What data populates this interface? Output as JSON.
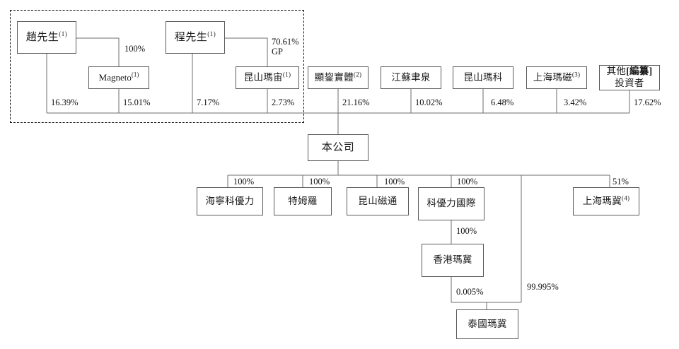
{
  "diagram": {
    "title": "shareholding-structure-chart",
    "dashed_group_label": "controlling-shareholders-group",
    "nodes": {
      "zhao": {
        "name": "趙先生",
        "footnote": "(1)"
      },
      "magneto": {
        "name": "Magneto",
        "footnote": "(1)"
      },
      "cheng": {
        "name": "程先生",
        "footnote": "(1)"
      },
      "kunshan_mazhou": {
        "name": "昆山瑪宙",
        "footnote": "(1)"
      },
      "xianyun": {
        "name": "顯鋆實體",
        "footnote": "(2)"
      },
      "jiangsu": {
        "name": "江蘇聿泉",
        "footnote": ""
      },
      "kunshan_make": {
        "name": "昆山瑪科",
        "footnote": ""
      },
      "shanghai_maci": {
        "name": "上海瑪磁",
        "footnote": "(3)"
      },
      "others": {
        "line1_prefix": "其他",
        "line1_bracket": "[編纂]",
        "line2": "投資者",
        "footnote": ""
      },
      "company": {
        "name": "本公司",
        "footnote": ""
      },
      "haining": {
        "name": "海寧科優力",
        "footnote": ""
      },
      "temuluo": {
        "name": "特姆羅",
        "footnote": ""
      },
      "kunshan_citong": {
        "name": "昆山磁通",
        "footnote": ""
      },
      "keyouli_intl": {
        "name": "科優力國際",
        "footnote": ""
      },
      "shanghai_maji": {
        "name": "上海瑪冀",
        "footnote": "(4)"
      },
      "hongkong_maji": {
        "name": "香港瑪冀",
        "footnote": ""
      },
      "thailand_maji": {
        "name": "泰國瑪冀",
        "footnote": ""
      }
    },
    "percentages": {
      "magneto_owned": "100%",
      "kunshan_mazhou_gp_line1": "70.61%",
      "kunshan_mazhou_gp_line2": "GP",
      "zhao_to_company": "16.39%",
      "magneto_to_company": "15.01%",
      "cheng_to_company": "7.17%",
      "kunshan_mazhou_to_company": "2.73%",
      "xianyun_to_company": "21.16%",
      "jiangsu_to_company": "10.02%",
      "kunshan_make_to_company": "6.48%",
      "shanghai_maci_to_company": "3.42%",
      "others_to_company": "17.62%",
      "haining_pct": "100%",
      "temuluo_pct": "100%",
      "kunshan_citong_pct": "100%",
      "keyouli_intl_pct": "100%",
      "shanghai_maji_pct": "51%",
      "hongkong_maji_pct": "100%",
      "thailand_from_hk": "0.005%",
      "thailand_from_keyouli": "99.995%"
    },
    "colors": {
      "box_border": "#5a5a5a",
      "line": "#6e6e6e",
      "dashed_border": "#111111",
      "text": "#1a1a1a",
      "background": "#ffffff"
    }
  }
}
